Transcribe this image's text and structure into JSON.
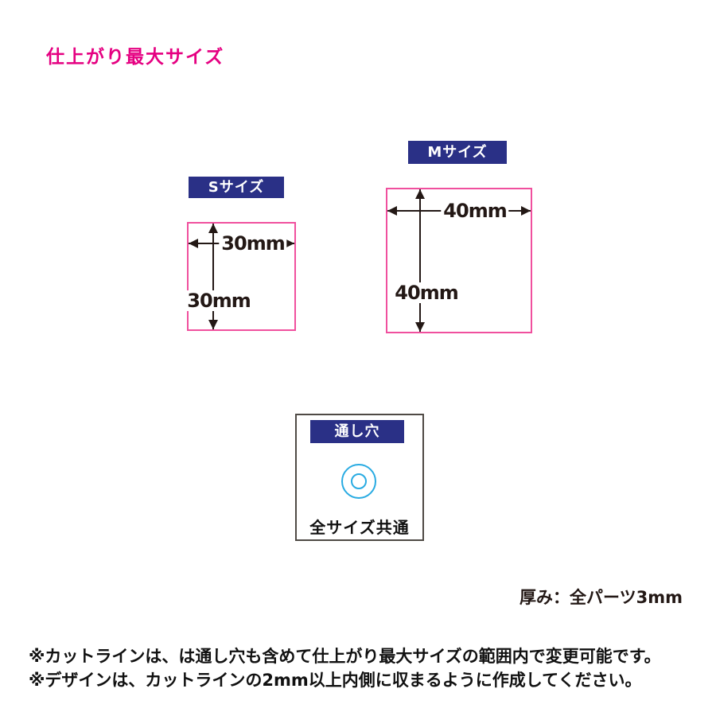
{
  "page": {
    "title": "仕上がり最大サイズ",
    "thickness_note": "厚み：全パーツ3mm",
    "notes": [
      "※カットラインは、は通し穴も含めて仕上がり最大サイズの範囲内で変更可能です。",
      "※デザインは、カットラインの2mm以上内側に収まるように作成してください。"
    ]
  },
  "sizes": [
    {
      "id": "S",
      "label": "Sサイズ",
      "width_label": "30mm",
      "height_label": "30mm"
    },
    {
      "id": "M",
      "label": "Mサイズ",
      "width_label": "40mm",
      "height_label": "40mm"
    }
  ],
  "hole": {
    "label": "通し穴",
    "caption": "全サイズ共通"
  },
  "colors": {
    "title_pink": "#e50081",
    "box_border_pink": "#f0509e",
    "label_navy": "#2a3086",
    "hole_circle_blue": "#29abe2",
    "hole_box_border_gray": "#4f4a45",
    "line_black": "#231815"
  }
}
